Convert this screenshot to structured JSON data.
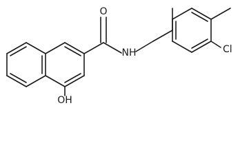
{
  "atom_labels": {
    "oxygen": "O",
    "amide_nh": "NH",
    "chlorine": "Cl",
    "hydroxyl": "OH"
  },
  "colors": {
    "ink": "#1a1a1a",
    "background": "#ffffff"
  }
}
